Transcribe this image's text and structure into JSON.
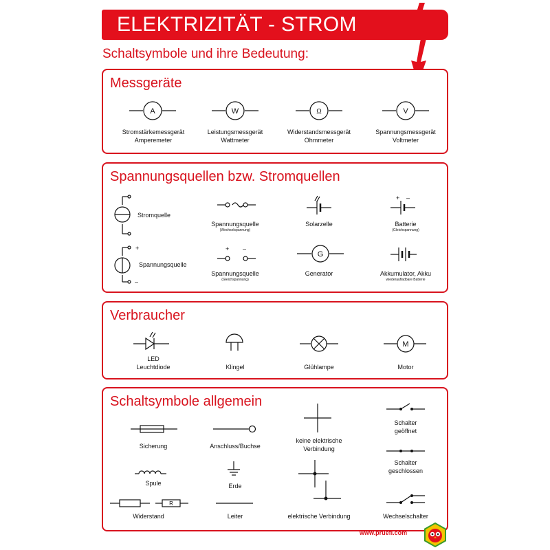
{
  "header": {
    "title": "ELEKTRIZITÄT - STROM",
    "subtitle": "Schaltsymbole und ihre Bedeutung:"
  },
  "colors": {
    "accent": "#e3101c",
    "text": "#111111",
    "background": "#ffffff"
  },
  "sections": {
    "measuring": {
      "title": "Messgeräte",
      "items": [
        {
          "symbol": "A",
          "line1": "Stromstärkemessgerät",
          "line2": "Amperemeter"
        },
        {
          "symbol": "W",
          "line1": "Leistungsmessgerät",
          "line2": "Wattmeter"
        },
        {
          "symbol": "Ω",
          "line1": "Widerstandsmessgerät",
          "line2": "Ohmmeter"
        },
        {
          "symbol": "V",
          "line1": "Spannungsmessgerät",
          "line2": "Voltmeter"
        }
      ]
    },
    "sources": {
      "title": "Spannungsquellen bzw. Stromquellen",
      "current_source": "Stromquelle",
      "voltage_source": "Spannungsquelle",
      "ac_source": {
        "label": "Spannungsquelle",
        "note": "(Wechselspannung)"
      },
      "solar_cell": "Solarzelle",
      "battery": {
        "label": "Batterie",
        "note": "(Gleichspannung)"
      },
      "dc_source": {
        "label": "Spannungsquelle",
        "note": "(Gleichspannung)"
      },
      "generator": {
        "label": "Generator",
        "symbol": "G"
      },
      "accumulator": {
        "label": "Akkumulator, Akku",
        "note": "wiederaufladbare Batterie"
      },
      "plus": "+",
      "minus": "–"
    },
    "consumers": {
      "title": "Verbraucher",
      "led": {
        "line1": "LED",
        "line2": "Leuchtdiode"
      },
      "bell": "Klingel",
      "lamp": "Glühlampe",
      "motor": {
        "label": "Motor",
        "symbol": "M"
      }
    },
    "general": {
      "title": "Schaltsymbole allgemein",
      "fuse": "Sicherung",
      "terminal": "Anschluss/Buchse",
      "no_connection": {
        "line1": "keine elektrische",
        "line2": "Verbindung"
      },
      "switch_open": {
        "line1": "Schalter",
        "line2": "geöffnet"
      },
      "switch_closed": {
        "line1": "Schalter",
        "line2": "geschlossen"
      },
      "coil": "Spule",
      "ground": "Erde",
      "resistor": {
        "label": "Widerstand",
        "symbol": "R"
      },
      "wire": "Leiter",
      "connection": "elektrische Verbindung",
      "changeover": "Wechselschalter"
    }
  },
  "footer": {
    "url": "www.pruefl.com"
  }
}
